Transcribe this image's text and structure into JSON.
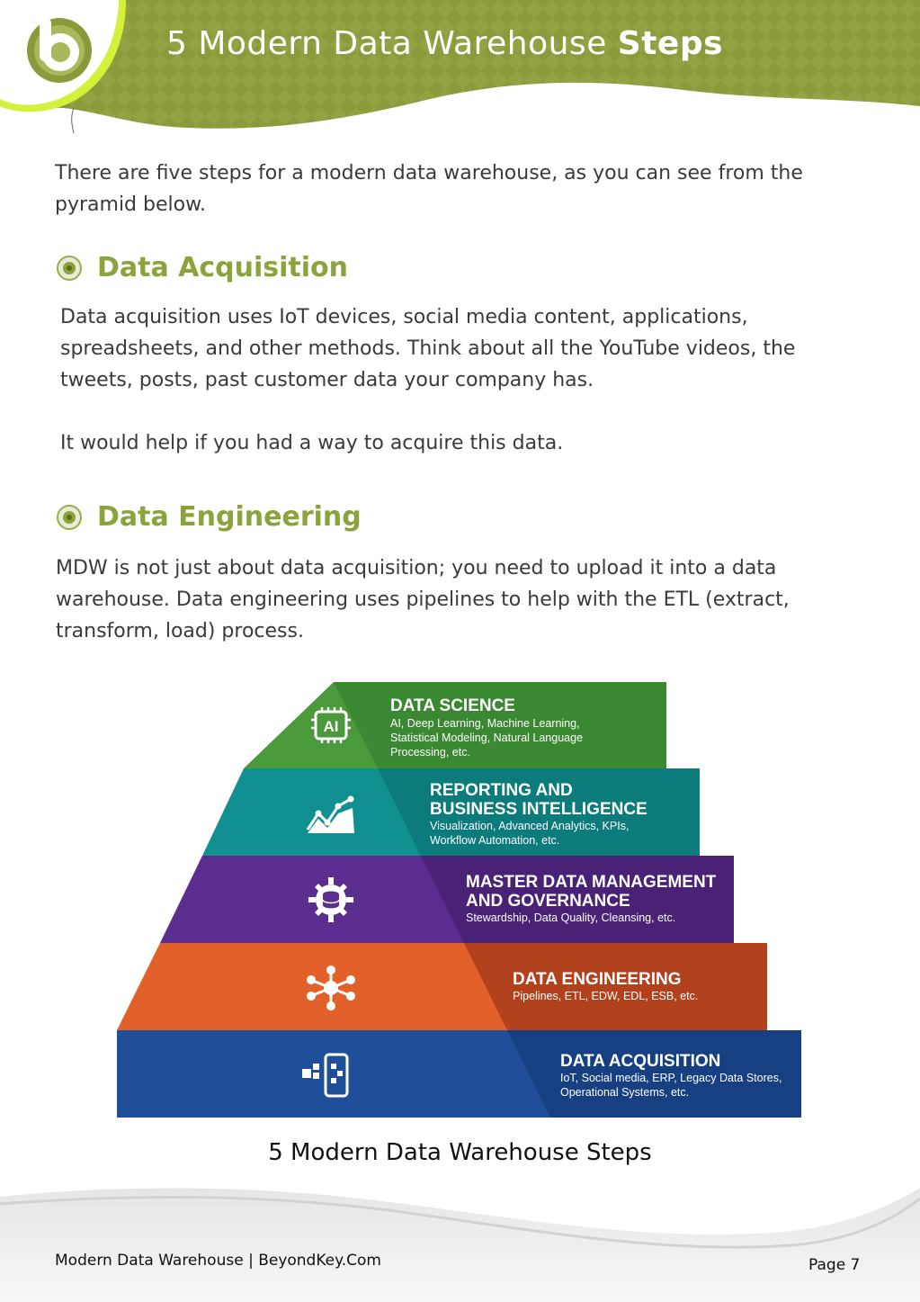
{
  "header": {
    "title_regular": "5 Modern Data Warehouse ",
    "title_bold": "Steps",
    "brand_color": "#8a9a3a",
    "logo_icon": "beyondkey-logo-icon"
  },
  "intro": "There are five steps for a modern data warehouse, as you can see from the pyramid below.",
  "sections": [
    {
      "title": "Data Acquisition",
      "icon": "target-bullet-icon",
      "paragraphs": [
        "Data acquisition uses IoT devices, social media content, applications, spreadsheets, and other methods. Think about all the YouTube videos, the tweets, posts, past customer data your company has.",
        "It would help if you had a way to acquire this data."
      ]
    },
    {
      "title": "Data Engineering",
      "icon": "target-bullet-icon",
      "paragraphs": [
        "MDW is not just about data acquisition; you need to upload it into a data warehouse. Data engineering uses pipelines to help with the ETL (extract, transform, load) process."
      ]
    }
  ],
  "pyramid": {
    "levels": [
      {
        "title_lines": [
          "DATA SCIENCE"
        ],
        "desc_lines": [
          "AI, Deep Learning, Machine Learning,",
          "Statistical Modeling, Natural Language",
          "Processing, etc."
        ],
        "icon": "ai-chip-icon",
        "color": "#4a9a3c"
      },
      {
        "title_lines": [
          "REPORTING AND",
          "BUSINESS INTELLIGENCE"
        ],
        "desc_lines": [
          "Visualization, Advanced Analytics, KPIs,",
          "Workflow Automation, etc."
        ],
        "icon": "line-chart-icon",
        "color": "#0e8a8a"
      },
      {
        "title_lines": [
          "MASTER DATA MANAGEMENT",
          "AND GOVERNANCE"
        ],
        "desc_lines": [
          "Stewardship, Data Quality, Cleansing, etc."
        ],
        "icon": "gear-database-icon",
        "color": "#5b2d8e"
      },
      {
        "title_lines": [
          "DATA ENGINEERING"
        ],
        "desc_lines": [
          "Pipelines, ETL, EDW, EDL, ESB, etc."
        ],
        "icon": "network-hub-icon",
        "color": "#e2602a"
      },
      {
        "title_lines": [
          "DATA ACQUISITION"
        ],
        "desc_lines": [
          "IoT, Social media, ERP, Legacy Data Stores,",
          "Operational Systems, etc."
        ],
        "icon": "mobile-data-icon",
        "color": "#1f4f99"
      }
    ]
  },
  "caption": "5 Modern Data Warehouse Steps",
  "footer": {
    "left": "Modern Data Warehouse  | BeyondKey.Com",
    "right": "Page 7"
  }
}
